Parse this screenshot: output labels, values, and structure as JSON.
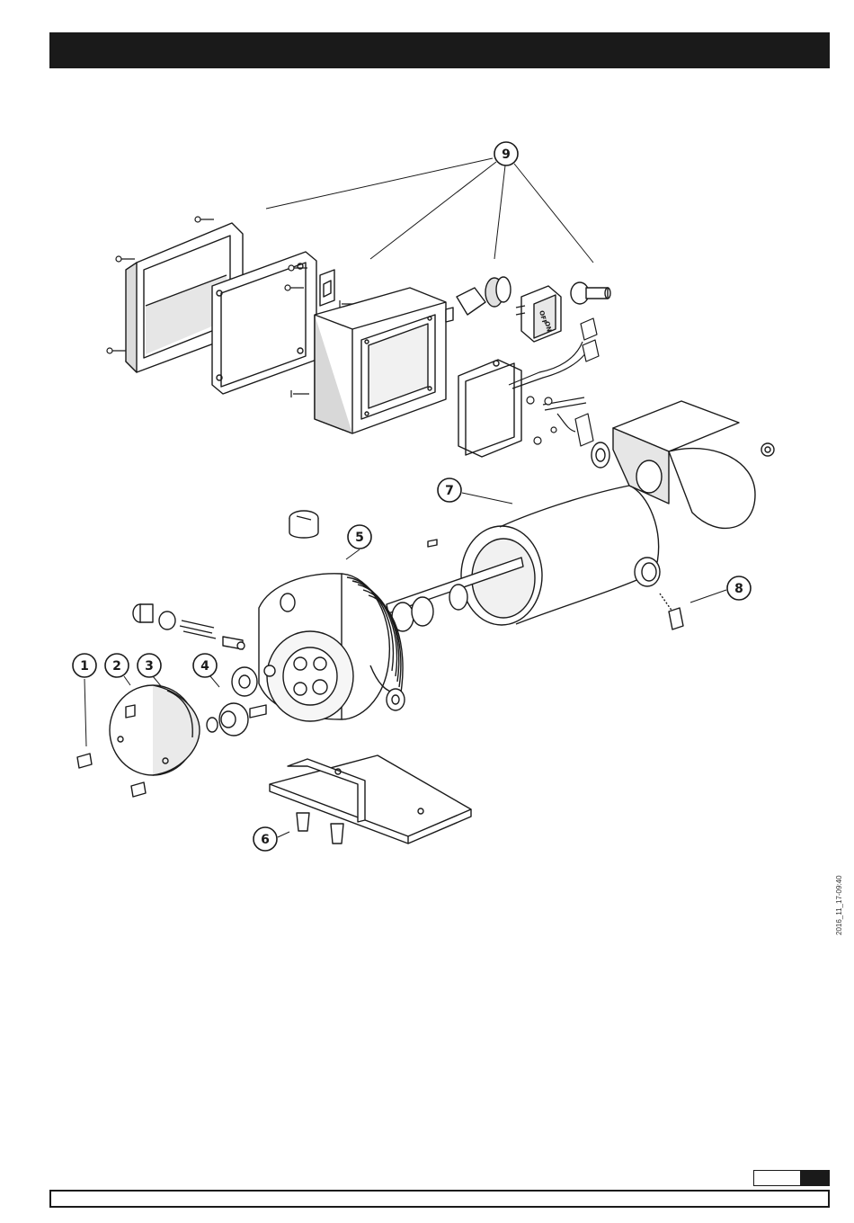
{
  "callouts": [
    {
      "id": "callout-1",
      "label": "1"
    },
    {
      "id": "callout-2",
      "label": "2"
    },
    {
      "id": "callout-3",
      "label": "3"
    },
    {
      "id": "callout-4",
      "label": "4"
    },
    {
      "id": "callout-5",
      "label": "5"
    },
    {
      "id": "callout-6",
      "label": "6"
    },
    {
      "id": "callout-7",
      "label": "7"
    },
    {
      "id": "callout-8",
      "label": "8"
    },
    {
      "id": "callout-9",
      "label": "9"
    }
  ],
  "switch_text": {
    "off": "OFF",
    "on": "ON"
  },
  "side_stamp": "2016_11_17-09:40",
  "colors": {
    "ink": "#1a1a1a",
    "paper": "#ffffff",
    "shade": "#cfcfcf"
  }
}
